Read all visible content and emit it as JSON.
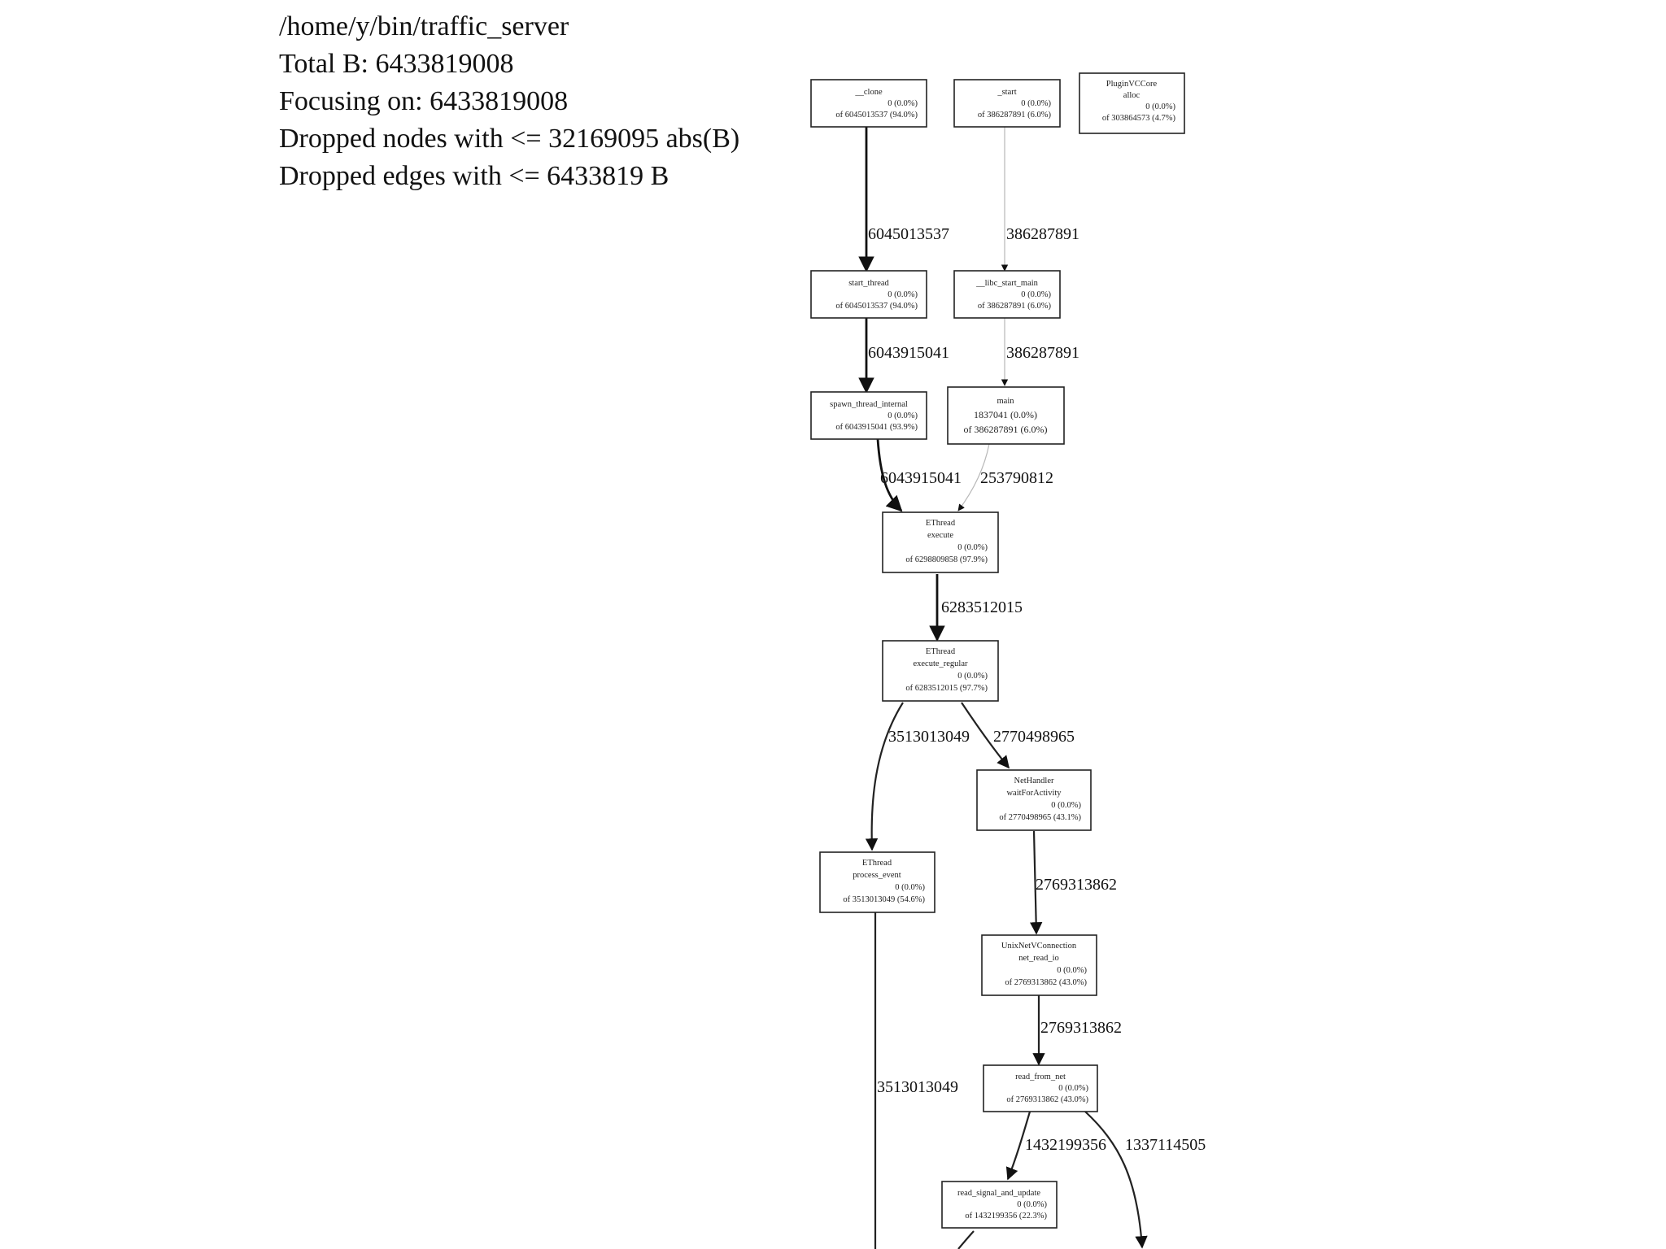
{
  "header_lines": [
    "/home/y/bin/traffic_server",
    "Total B: 6433819008",
    "Focusing on: 6433819008",
    "Dropped nodes with <= 32169095 abs(B)",
    "Dropped edges with <= 6433819 B"
  ],
  "nodes": {
    "clone": [
      "__clone",
      "0 (0.0%)",
      "of 6045013537 (94.0%)"
    ],
    "start": [
      "_start",
      "0 (0.0%)",
      "of 386287891 (6.0%)"
    ],
    "pluginvc": [
      "PluginVCCore",
      "alloc",
      "0 (0.0%)",
      "of 303864573 (4.7%)"
    ],
    "start_thread": [
      "start_thread",
      "0 (0.0%)",
      "of 6045013537 (94.0%)"
    ],
    "libc_start_main": [
      "__libc_start_main",
      "0 (0.0%)",
      "of 386287891 (6.0%)"
    ],
    "spawn_thread_internal": [
      "spawn_thread_internal",
      "0 (0.0%)",
      "of 6043915041 (93.9%)"
    ],
    "main": [
      "main",
      "1837041 (0.0%)",
      "of 386287891 (6.0%)"
    ],
    "ethread_execute": [
      "EThread",
      "execute",
      "0 (0.0%)",
      "of 6298809858 (97.9%)"
    ],
    "ethread_execute_regular": [
      "EThread",
      "execute_regular",
      "0 (0.0%)",
      "of 6283512015 (97.7%)"
    ],
    "nethandler_wait": [
      "NetHandler",
      "waitForActivity",
      "0 (0.0%)",
      "of 2770498965 (43.1%)"
    ],
    "ethread_process_event": [
      "EThread",
      "process_event",
      "0 (0.0%)",
      "of 3513013049 (54.6%)"
    ],
    "unixnetvc_read": [
      "UnixNetVConnection",
      "net_read_io",
      "0 (0.0%)",
      "of 2769313862 (43.0%)"
    ],
    "read_from_net": [
      "read_from_net",
      "0 (0.0%)",
      "of 2769313862 (43.0%)"
    ],
    "read_signal_and_update": [
      "read_signal_and_update",
      "0 (0.0%)",
      "of 1432199356 (22.3%)"
    ]
  },
  "edges": {
    "clone_to_start_thread": "6045013537",
    "start_to_libc_start_main": "386287891",
    "start_thread_to_spawn": "6043915041",
    "libc_start_main_to_main": "386287891",
    "spawn_to_ethread_execute": "6043915041",
    "main_to_ethread_execute": "253790812",
    "execute_to_execute_regular": "6283512015",
    "execute_regular_to_process_event": "3513013049",
    "execute_regular_to_nethandler": "2770498965",
    "nethandler_to_unixnetvc": "2769313862",
    "unixnetvc_to_read_from_net": "2769313862",
    "process_event_down": "3513013049",
    "read_from_net_to_read_signal": "1432199356",
    "read_from_net_down_right": "1337114505"
  }
}
